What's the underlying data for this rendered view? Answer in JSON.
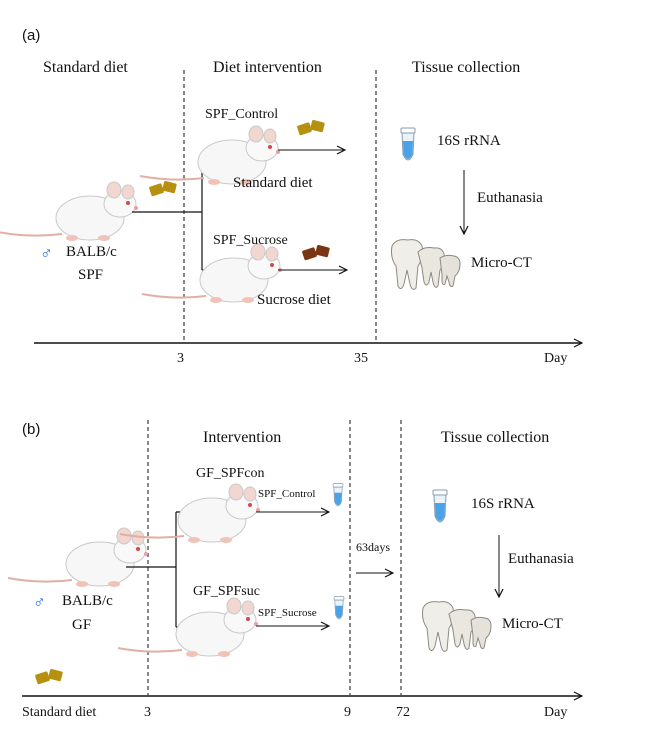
{
  "panel_a": {
    "label": "(a)",
    "phases": [
      "Standard diet",
      "Diet intervention",
      "Tissue collection"
    ],
    "mouse_sex_symbol": "♂",
    "strain": "BALB/c",
    "status": "SPF",
    "groups": [
      {
        "name": "SPF_Control",
        "diet": "Standard diet"
      },
      {
        "name": "SPF_Sucrose",
        "diet": "Sucrose diet"
      }
    ],
    "collection": {
      "first": "16S rRNA",
      "step": "Euthanasia",
      "second": "Micro-CT"
    },
    "timeline": {
      "ticks": [
        "3",
        "35"
      ],
      "unit": "Day"
    }
  },
  "panel_b": {
    "label": "(b)",
    "phases": [
      "Intervention",
      "Tissue collection"
    ],
    "mouse_sex_symbol": "♂",
    "strain": "BALB/c",
    "status": "GF",
    "groups": [
      {
        "name": "GF_SPFcon",
        "source": "SPF_Control"
      },
      {
        "name": "GF_SPFsuc",
        "source": "SPF_Sucrose"
      }
    ],
    "gap_label": "63days",
    "collection": {
      "first": "16S rRNA",
      "step": "Euthanasia",
      "second": "Micro-CT"
    },
    "timeline": {
      "start_label": "Standard diet",
      "ticks": [
        "3",
        "9",
        "72"
      ],
      "unit": "Day"
    }
  },
  "colors": {
    "standard_chow": "#b8900f",
    "sucrose_chow": "#7a3514",
    "tube_liquid": "#4aa3e6",
    "sex_symbol": "#2b6fd6"
  }
}
